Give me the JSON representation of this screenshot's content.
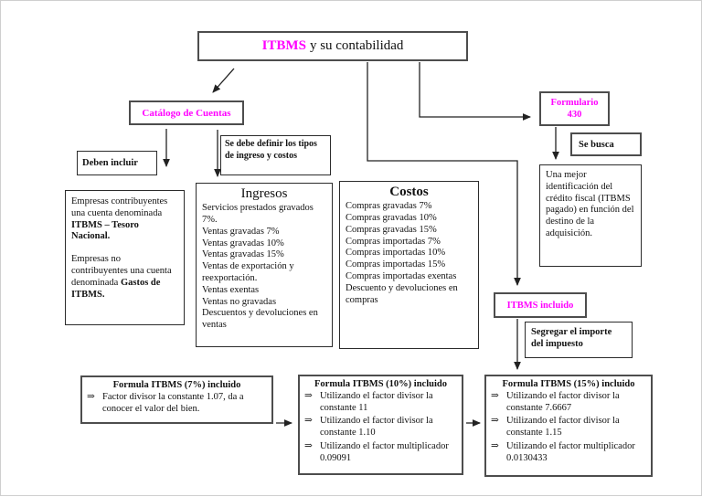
{
  "page": {
    "title_brand": "ITBMS",
    "title_rest": "y su contabilidad"
  },
  "colors": {
    "accent": "#ff00ff",
    "line": "#222222",
    "border": "#2b2b2b"
  },
  "icons": {
    "list_marker": "⇒",
    "arrowhead": "→"
  },
  "nodes": {
    "catalogo_cuentas": {
      "label": "Catálogo de Cuentas"
    },
    "deben_incluir": {
      "label": "Deben incluir"
    },
    "definir_tipos": {
      "label": "Se debe definir los tipos de ingreso y costos"
    },
    "cuentas_detalle": {
      "p1": "Empresas contribuyentes una cuenta denominada ",
      "p1_bold": "ITBMS – Tesoro Nacional.",
      "p2": "Empresas no contribuyentes una cuenta denominada ",
      "p2_bold": "Gastos de ITBMS."
    },
    "ingresos": {
      "title": "Ingresos",
      "items": [
        "Servicios prestados gravados 7%.",
        "Ventas gravadas 7%",
        "Ventas gravadas 10%",
        "Ventas gravadas 15%",
        "Ventas de exportación y reexportación.",
        "Ventas exentas",
        "Ventas no gravadas",
        "Descuentos y devoluciones en ventas"
      ]
    },
    "costos": {
      "title": "Costos",
      "items": [
        "Compras gravadas 7%",
        "Compras gravadas 10%",
        "Compras gravadas 15%",
        "Compras importadas 7%",
        "Compras importadas 10%",
        "Compras importadas 15%",
        "Compras importadas exentas",
        "Descuento y devoluciones en compras"
      ]
    },
    "formulario_430": {
      "line1": "Formulario",
      "line2": "430"
    },
    "se_busca": {
      "label": "Se busca"
    },
    "credito_fiscal": {
      "text": "Una mejor identificación del crédito fiscal (ITBMS pagado) en función del destino de la adquisición."
    },
    "itbms_incluido": {
      "label": "ITBMS incluido"
    },
    "segregar": {
      "label": "Segregar el importe del impuesto"
    },
    "formula_7": {
      "title": "Formula ITBMS (7%) incluido",
      "items": [
        "Factor divisor la constante 1.07, da a conocer el valor del bien."
      ]
    },
    "formula_10": {
      "title": "Formula ITBMS (10%) incluido",
      "items": [
        "Utilizando el factor divisor la constante 11",
        "Utilizando el factor divisor la constante 1.10",
        "Utilizando el factor multiplicador 0.09091"
      ]
    },
    "formula_15": {
      "title": "Formula ITBMS (15%) incluido",
      "items": [
        "Utilizando el factor divisor la constante 7.6667",
        "Utilizando el factor divisor la constante 1.15",
        "Utilizando el factor multiplicador 0.0130433"
      ]
    }
  }
}
